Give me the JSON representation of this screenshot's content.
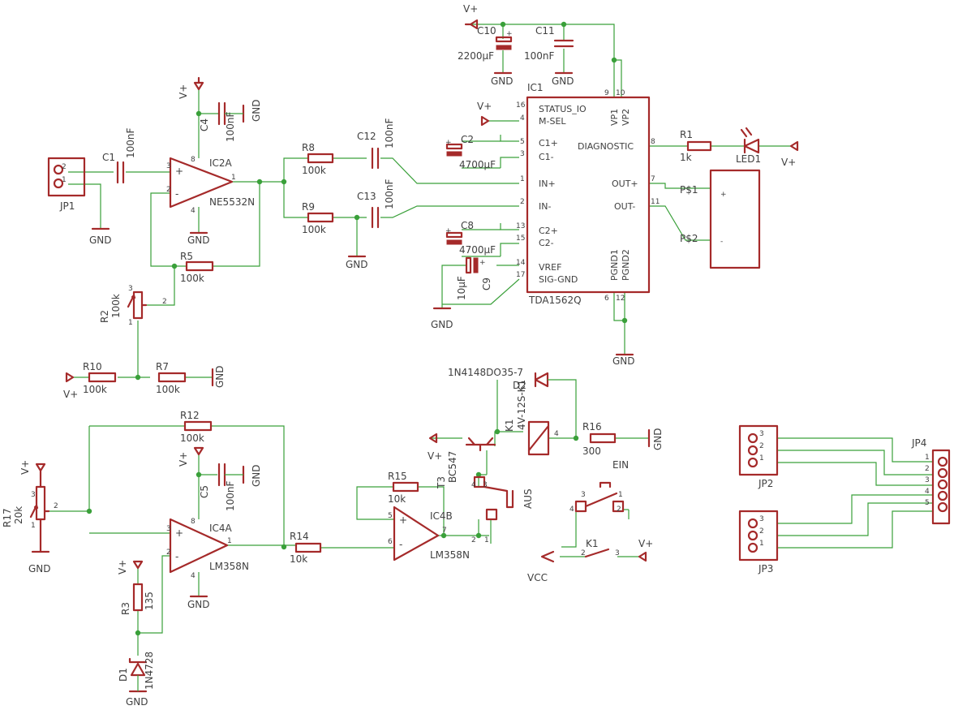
{
  "components": {
    "jp1": "JP1",
    "jp2": "JP2",
    "jp3": "JP3",
    "jp4": "JP4",
    "c1": "C1",
    "c1v": "100nF",
    "c4": "C4",
    "c4v": "100nF",
    "c5": "C5",
    "c5v": "100nF",
    "c10": "C10",
    "c10v": "2200µF",
    "c11": "C11",
    "c11v": "100nF",
    "c12": "C12",
    "c12v": "100nF",
    "c13": "C13",
    "c13v": "100nF",
    "c2": "C2",
    "c2v": "4700µF",
    "c8": "C8",
    "c8v": "4700µF",
    "c9": "C9",
    "c9v": "10µF",
    "ic2a": "IC2A",
    "ic2a_part": "NE5532N",
    "ic4a": "IC4A",
    "ic4a_part": "LM358N",
    "ic4b": "IC4B",
    "ic4b_part": "LM358N",
    "ic1": "IC1",
    "ic1_part": "TDA1562Q",
    "r1": "R1",
    "r1v": "1k",
    "r2": "R2",
    "r2v": "100k",
    "r3": "R3",
    "r3v": "135",
    "r5": "R5",
    "r5v": "100k",
    "r7": "R7",
    "r7v": "100k",
    "r8": "R8",
    "r8v": "100k",
    "r9": "R9",
    "r9v": "100k",
    "r10": "R10",
    "r10v": "100k",
    "r12": "R12",
    "r12v": "100k",
    "r14": "R14",
    "r14v": "10k",
    "r15": "R15",
    "r15v": "10k",
    "r16": "R16",
    "r16v": "300",
    "r17": "R17",
    "r17v": "20k",
    "led1": "LED1",
    "d1": "D1",
    "d1v": "1N4728",
    "d2": "D2",
    "d2v": "1N4148DO35-7",
    "t3": "T3",
    "t3v": "BC547",
    "k1": "K1",
    "k1v": "4V-12S-K1",
    "aus": "AUS",
    "ein": "EIN",
    "ps1": "P$1",
    "ps2": "P$2"
  },
  "ic1_pins": {
    "status": "STATUS_IO",
    "msel": "M-SEL",
    "c1p": "C1+",
    "c1m": "C1-",
    "inp": "IN+",
    "inm": "IN-",
    "c2p": "C2+",
    "c2m": "C2-",
    "vref": "VREF",
    "sgnd": "SIG-GND",
    "diag": "DIAGNOSTIC",
    "outp": "OUT+",
    "outm": "OUT-",
    "vp1": "VP1",
    "vp2": "VP2",
    "pgnd1": "PGND1",
    "pgnd2": "PGND2"
  },
  "nets": {
    "vplus": "V+",
    "gnd": "GND",
    "vcc": "VCC"
  },
  "markers": {
    "plus": "+",
    "minus": "-"
  }
}
